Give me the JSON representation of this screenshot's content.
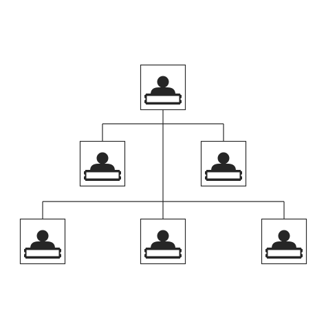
{
  "diagram": {
    "type": "org-chart",
    "colors": {
      "line": "#2a2a2a",
      "icon": "#262626",
      "background": "#ffffff"
    },
    "nodes": [
      {
        "id": "top",
        "level": 0,
        "icon": "person-icon"
      },
      {
        "id": "mid-left",
        "level": 1,
        "icon": "person-icon"
      },
      {
        "id": "mid-right",
        "level": 1,
        "icon": "person-icon"
      },
      {
        "id": "bottom-left",
        "level": 2,
        "icon": "person-icon"
      },
      {
        "id": "bottom-center",
        "level": 2,
        "icon": "person-icon"
      },
      {
        "id": "bottom-right",
        "level": 2,
        "icon": "person-icon"
      }
    ],
    "edges": [
      {
        "from": "top",
        "to": "mid-left"
      },
      {
        "from": "top",
        "to": "mid-right"
      },
      {
        "from": "top",
        "to": "bottom-left"
      },
      {
        "from": "top",
        "to": "bottom-center"
      },
      {
        "from": "top",
        "to": "bottom-right"
      }
    ]
  }
}
